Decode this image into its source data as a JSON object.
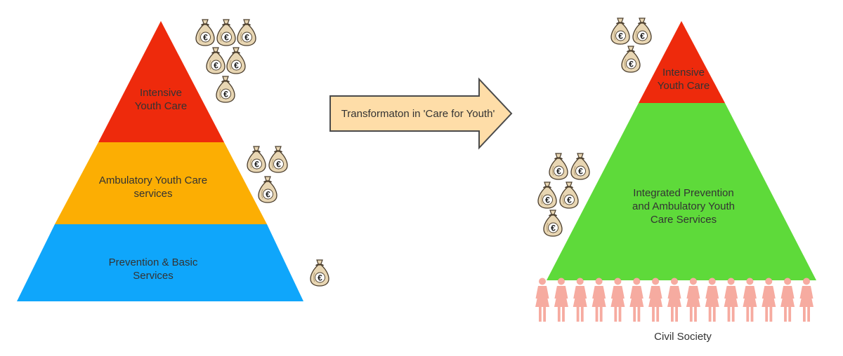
{
  "colors": {
    "intensive": "#EE2A0C",
    "ambulatory": "#FCAE03",
    "prevention": "#0FA6FB",
    "integrated": "#5EDA3A",
    "arrow_fill": "#FEDDA8",
    "arrow_stroke": "#4A4A4A",
    "people": "#F6ABA0",
    "money_bag": "#E8D6B3"
  },
  "left_pyramid": {
    "intensive": [
      "Intensive",
      "Youth Care"
    ],
    "ambulatory": [
      "Ambulatory Youth Care",
      "services"
    ],
    "prevention": [
      "Prevention & Basic",
      "Services"
    ]
  },
  "transition_arrow": {
    "label": "Transformaton in 'Care for Youth'"
  },
  "right_pyramid": {
    "intensive": [
      "Intensive",
      "Youth Care"
    ],
    "integrated": [
      "Integrated Prevention",
      "and Ambulatory Youth",
      "Care Services"
    ],
    "base_caption": "Civil Society"
  },
  "money_bag_icon": {
    "symbol": "€"
  },
  "funding_counts": {
    "left_intensive": 6,
    "left_ambulatory": 3,
    "left_prevention": 1,
    "right_intensive": 3,
    "right_integrated": 5
  },
  "civil_society_people_count": 15
}
